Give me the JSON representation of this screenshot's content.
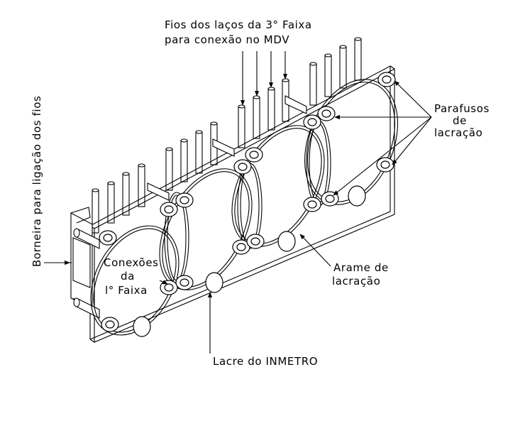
{
  "labels": {
    "top_line1": "Fios dos laços da 3° Faixa",
    "top_line2": "para conexão no MDV",
    "side": "Borneira para ligação dos fios",
    "screws_line1": "Parafusos",
    "screws_line2": "de",
    "screws_line3": "lacração",
    "conn_line1": "Conexões",
    "conn_line2": "da",
    "conn_line3": "l° Faixa",
    "wire_line1": "Arame de",
    "wire_line2": "lacração",
    "seal": "Lacre do INMETRO"
  }
}
